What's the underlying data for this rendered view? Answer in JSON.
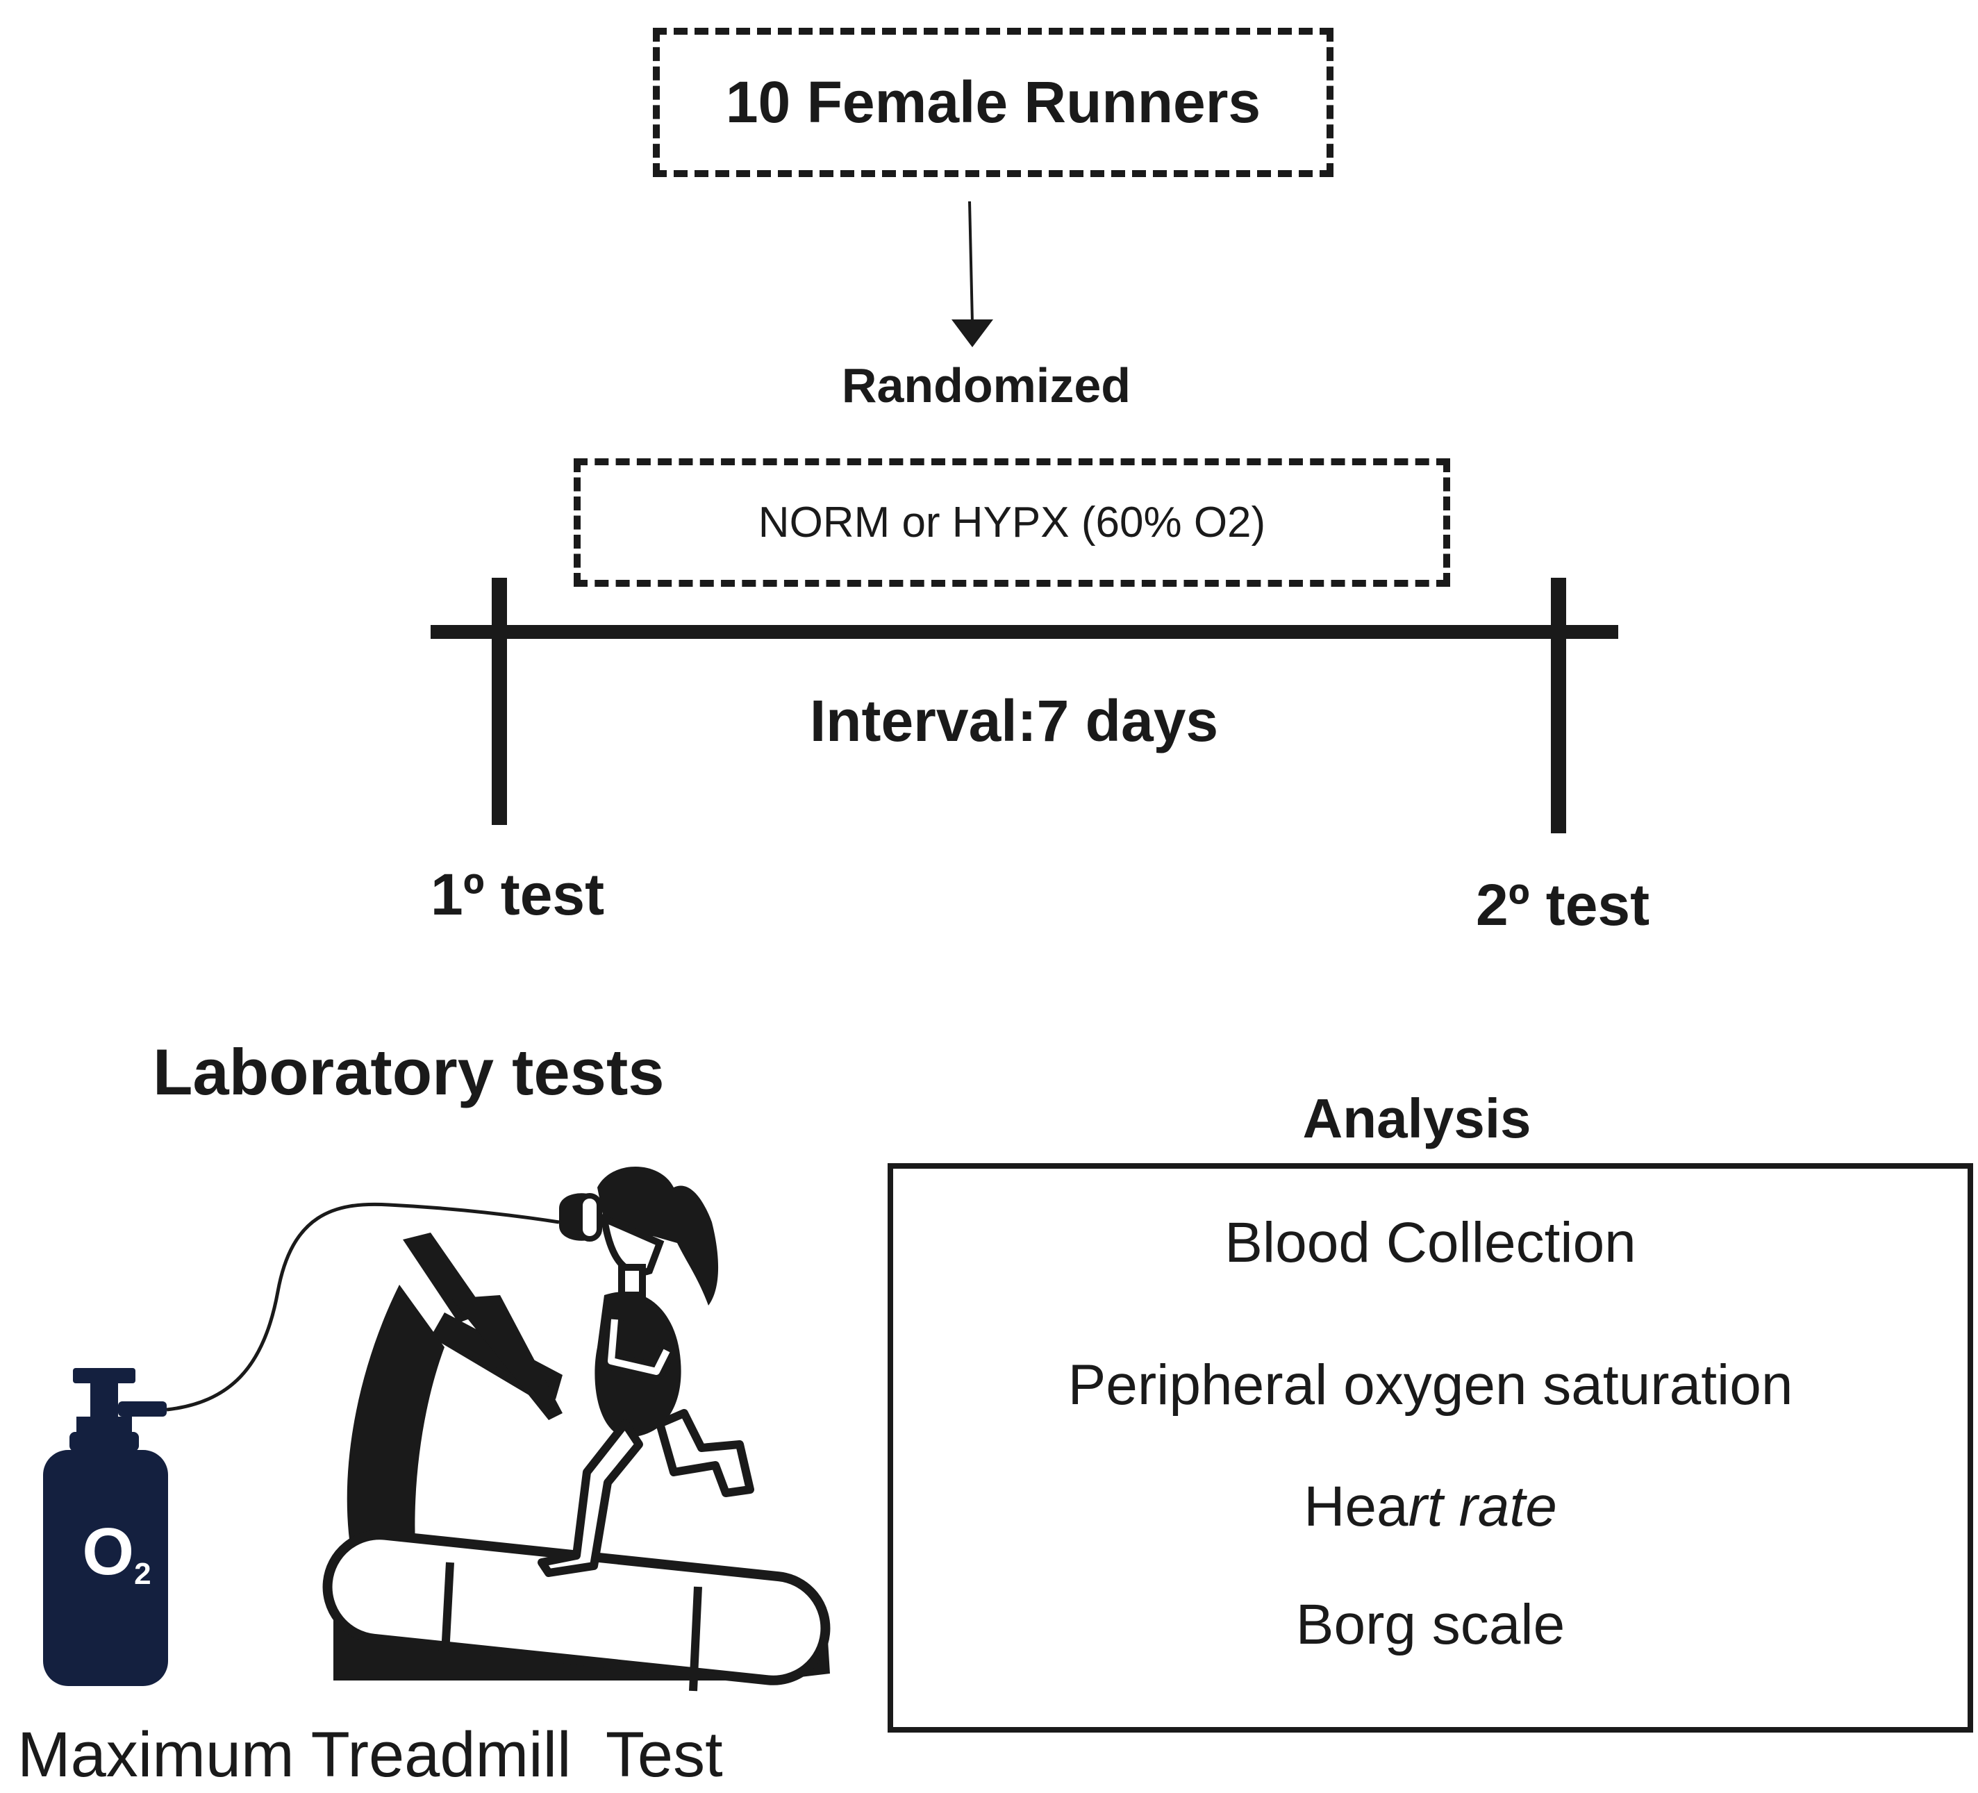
{
  "colors": {
    "ink": "#1a1a1a",
    "oxygen_tank": "#14203f"
  },
  "top": {
    "participants_label": "10 Female Runners",
    "randomization_label": "Randomized",
    "condition_label": "NORM or HYPX (60% O2)"
  },
  "timeline": {
    "interval_label": "Interval:7 days",
    "first_test_label": "1º test",
    "second_test_label": "2º test"
  },
  "laboratory": {
    "title": "Laboratory tests",
    "tank_label_main": "O",
    "tank_label_sub": "2",
    "caption": "Maximum Treadmill  Test"
  },
  "analysis": {
    "title": "Analysis",
    "items": {
      "blood": "Blood Collection",
      "spo2": "Peripheral oxygen saturation",
      "heart_rate_regular": "Hea",
      "heart_rate_italic": "rt rate",
      "borg": "Borg scale"
    }
  },
  "icons": {
    "flow_arrow": "arrow-down-icon",
    "oxygen_tank": "oxygen-tank-icon",
    "treadmill": "treadmill-icon",
    "runner": "runner-icon",
    "mask": "mask-icon"
  }
}
